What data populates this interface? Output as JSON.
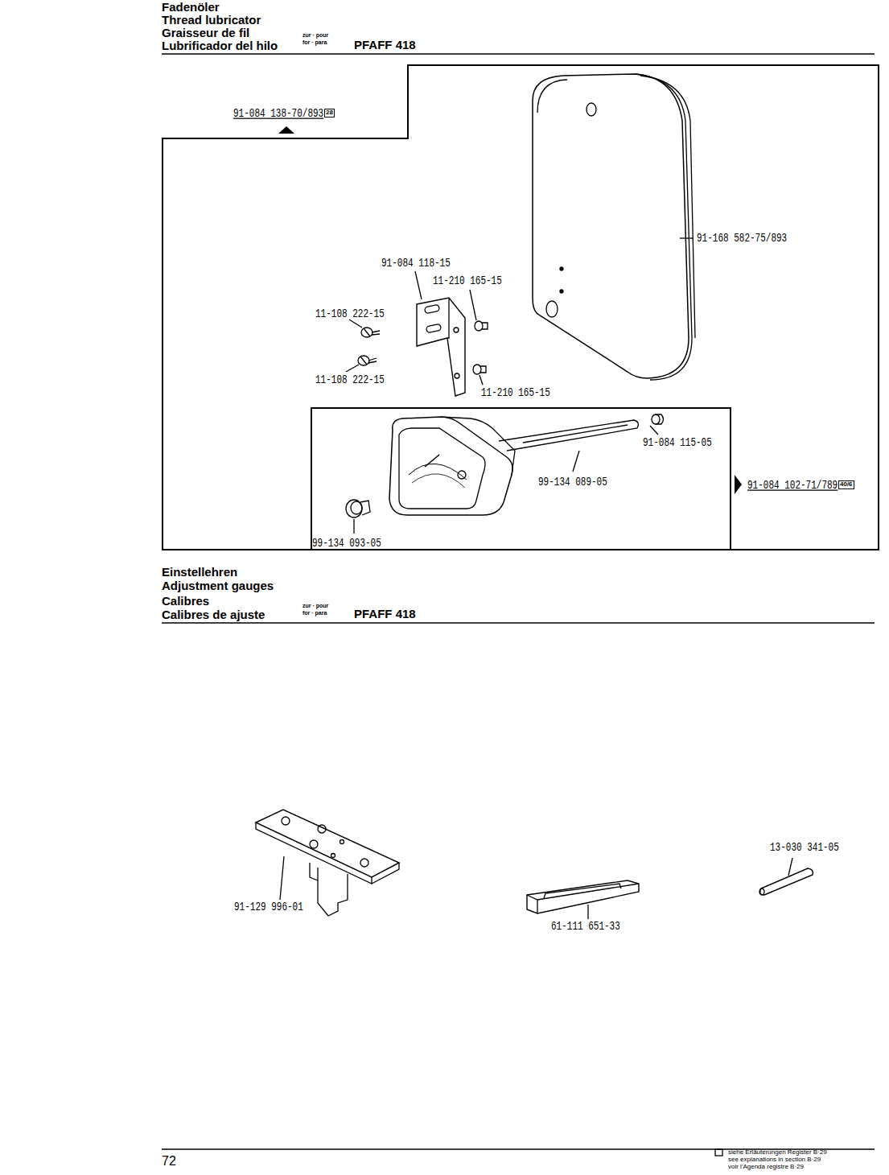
{
  "diagram": {
    "nodes": [
      {
        "text": [
          "91-168 582-75/893",
          "91-084 118-15",
          "11-210 165-15",
          "11-108 222-15",
          "11-108 222-15",
          "11-210 165-15"
        ]
      },
      {
        "text": [
          "91-084 115-05",
          "99-134 089-05",
          "99-134 093-05"
        ],
        "in": 0
      }
    ],
    "labels": [
      "Fadenöler",
      "Thread lubricator",
      "Graisseur de fil",
      "Lubrificador del hilo",
      "zur · pour",
      "for · para",
      "PFAFF 418",
      "91-084 138-70/893",
      "28",
      "91-084 102-71/789",
      "40/6",
      "Einstellehren",
      "Adjustment gauges",
      "Calibres",
      "Calibres de ajuste",
      "zur · pour",
      "for · para",
      "PFAFF 418",
      "91-129 996-01",
      "61-111 651-33",
      "13-030 341-05",
      "72",
      "siehe Erläuterungen Register B·29",
      "see explanations in section B·29",
      "voir l'Agenda registre B·29"
    ]
  }
}
